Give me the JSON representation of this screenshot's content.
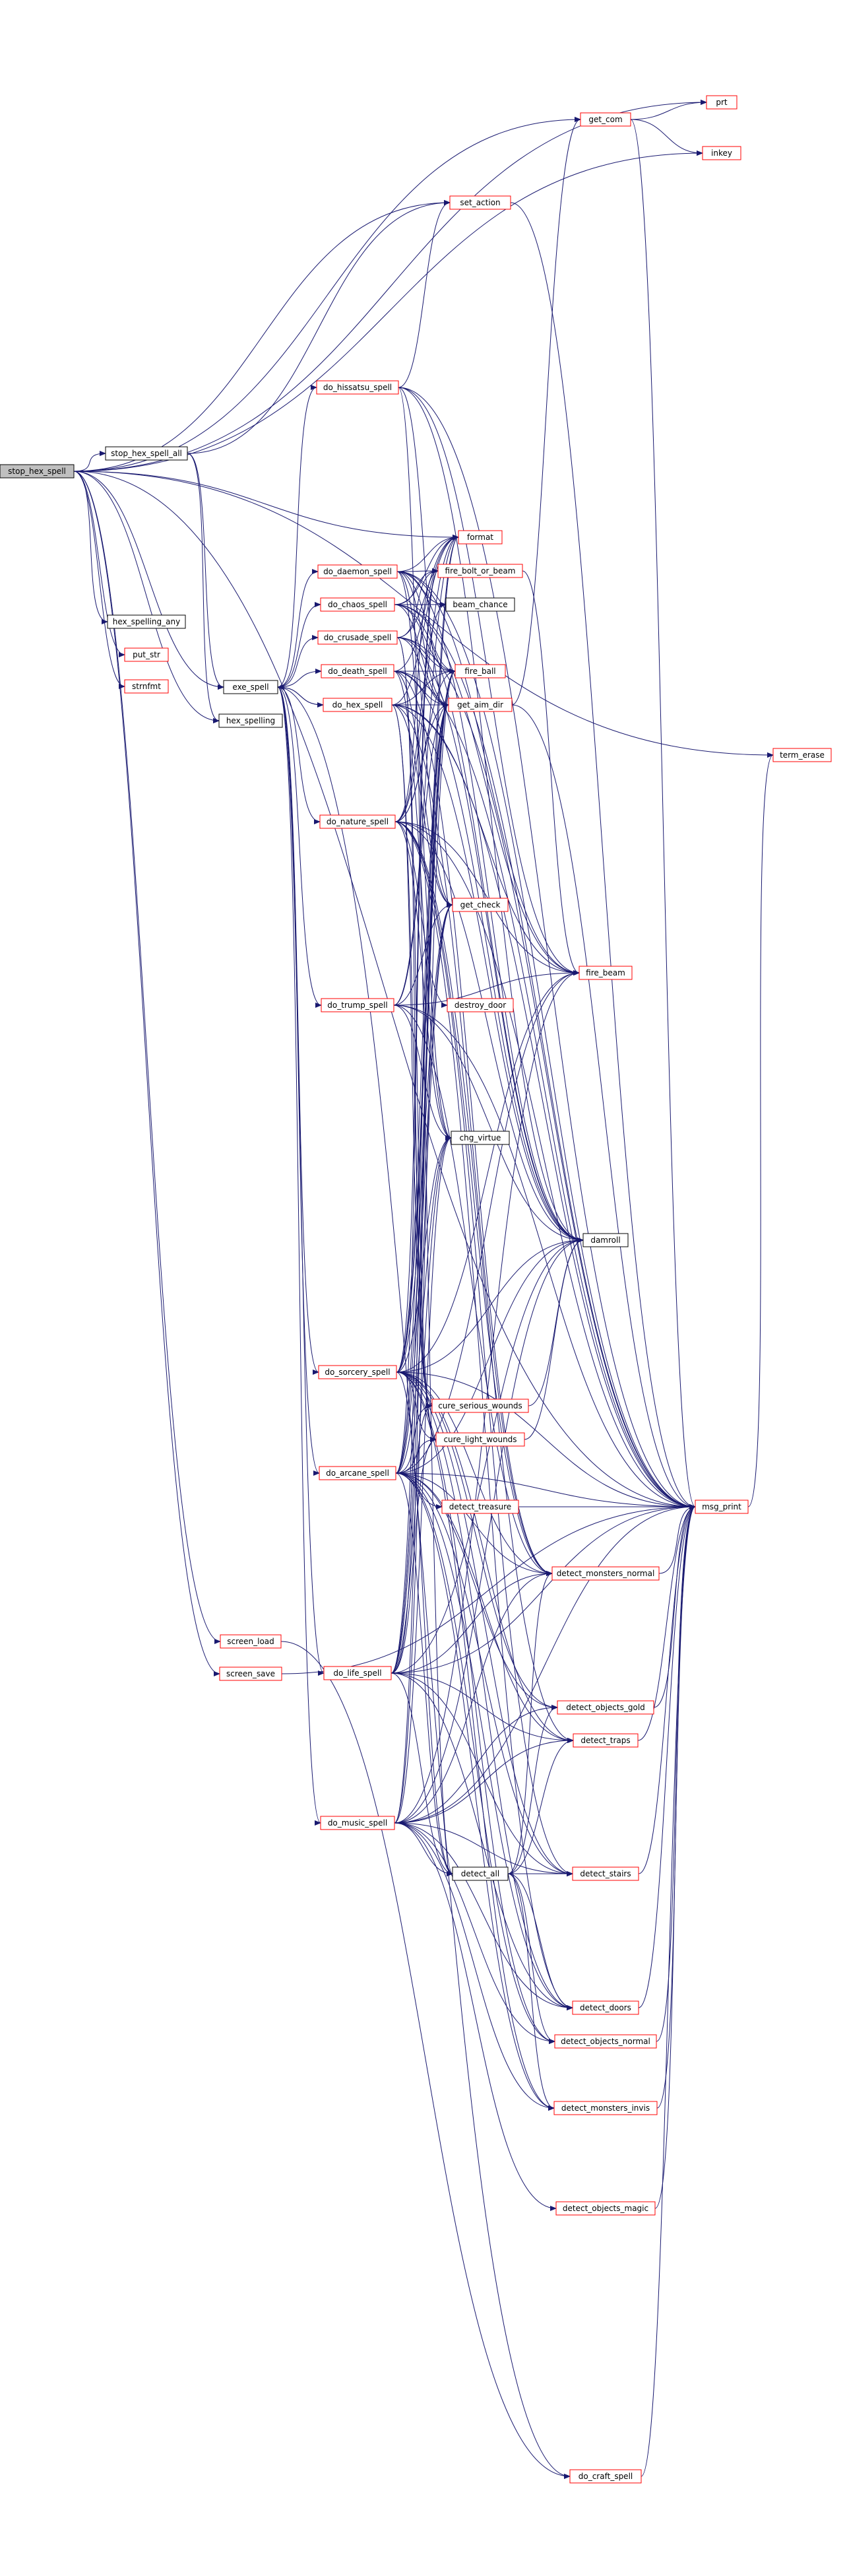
{
  "colors": {
    "edge": "#191970",
    "node_red_border": "#ff0000",
    "node_black_border": "#000000",
    "root_fill": "#bfbfbf",
    "node_fill": "#ffffff",
    "text": "#000000"
  },
  "nodes": [
    {
      "id": "stop_hex_spell",
      "label": "stop_hex_spell",
      "style": "root"
    },
    {
      "id": "stop_hex_spell_all",
      "label": "stop_hex_spell_all",
      "style": "black"
    },
    {
      "id": "hex_spelling_any",
      "label": "hex_spelling_any",
      "style": "black"
    },
    {
      "id": "put_str",
      "label": "put_str",
      "style": "red"
    },
    {
      "id": "strnfmt",
      "label": "strnfmt",
      "style": "red"
    },
    {
      "id": "exe_spell",
      "label": "exe_spell",
      "style": "black"
    },
    {
      "id": "hex_spelling",
      "label": "hex_spelling",
      "style": "black"
    },
    {
      "id": "screen_load",
      "label": "screen_load",
      "style": "red"
    },
    {
      "id": "screen_save",
      "label": "screen_save",
      "style": "red"
    },
    {
      "id": "do_hissatsu_spell",
      "label": "do_hissatsu_spell",
      "style": "red"
    },
    {
      "id": "do_daemon_spell",
      "label": "do_daemon_spell",
      "style": "red"
    },
    {
      "id": "do_chaos_spell",
      "label": "do_chaos_spell",
      "style": "red"
    },
    {
      "id": "do_crusade_spell",
      "label": "do_crusade_spell",
      "style": "red"
    },
    {
      "id": "do_death_spell",
      "label": "do_death_spell",
      "style": "red"
    },
    {
      "id": "do_hex_spell",
      "label": "do_hex_spell",
      "style": "red"
    },
    {
      "id": "do_nature_spell",
      "label": "do_nature_spell",
      "style": "red"
    },
    {
      "id": "do_trump_spell",
      "label": "do_trump_spell",
      "style": "red"
    },
    {
      "id": "do_sorcery_spell",
      "label": "do_sorcery_spell",
      "style": "red"
    },
    {
      "id": "do_arcane_spell",
      "label": "do_arcane_spell",
      "style": "red"
    },
    {
      "id": "do_life_spell",
      "label": "do_life_spell",
      "style": "red"
    },
    {
      "id": "do_music_spell",
      "label": "do_music_spell",
      "style": "red"
    },
    {
      "id": "set_action",
      "label": "set_action",
      "style": "red"
    },
    {
      "id": "format",
      "label": "format",
      "style": "red"
    },
    {
      "id": "fire_bolt_or_beam",
      "label": "fire_bolt_or_beam",
      "style": "red"
    },
    {
      "id": "beam_chance",
      "label": "beam_chance",
      "style": "black"
    },
    {
      "id": "fire_ball",
      "label": "fire_ball",
      "style": "red"
    },
    {
      "id": "get_aim_dir",
      "label": "get_aim_dir",
      "style": "red"
    },
    {
      "id": "get_check",
      "label": "get_check",
      "style": "red"
    },
    {
      "id": "destroy_door",
      "label": "destroy_door",
      "style": "red"
    },
    {
      "id": "chg_virtue",
      "label": "chg_virtue",
      "style": "black"
    },
    {
      "id": "cure_serious_wounds",
      "label": "cure_serious_wounds",
      "style": "red"
    },
    {
      "id": "cure_light_wounds",
      "label": "cure_light_wounds",
      "style": "red"
    },
    {
      "id": "detect_treasure",
      "label": "detect_treasure",
      "style": "red"
    },
    {
      "id": "detect_all",
      "label": "detect_all",
      "style": "black"
    },
    {
      "id": "get_com",
      "label": "get_com",
      "style": "red"
    },
    {
      "id": "prt",
      "label": "prt",
      "style": "red"
    },
    {
      "id": "inkey",
      "label": "inkey",
      "style": "red"
    },
    {
      "id": "fire_beam",
      "label": "fire_beam",
      "style": "red"
    },
    {
      "id": "damroll",
      "label": "damroll",
      "style": "black"
    },
    {
      "id": "detect_monsters_normal",
      "label": "detect_monsters_normal",
      "style": "red"
    },
    {
      "id": "detect_objects_gold",
      "label": "detect_objects_gold",
      "style": "red"
    },
    {
      "id": "detect_traps",
      "label": "detect_traps",
      "style": "red"
    },
    {
      "id": "detect_stairs",
      "label": "detect_stairs",
      "style": "red"
    },
    {
      "id": "detect_doors",
      "label": "detect_doors",
      "style": "red"
    },
    {
      "id": "detect_objects_normal",
      "label": "detect_objects_normal",
      "style": "red"
    },
    {
      "id": "detect_monsters_invis",
      "label": "detect_monsters_invis",
      "style": "red"
    },
    {
      "id": "detect_objects_magic",
      "label": "detect_objects_magic",
      "style": "red"
    },
    {
      "id": "do_craft_spell",
      "label": "do_craft_spell",
      "style": "red"
    },
    {
      "id": "term_erase",
      "label": "term_erase",
      "style": "red"
    },
    {
      "id": "msg_print",
      "label": "msg_print",
      "style": "red"
    }
  ],
  "edges": [
    [
      "stop_hex_spell",
      "stop_hex_spell_all"
    ],
    [
      "stop_hex_spell",
      "hex_spelling_any"
    ],
    [
      "stop_hex_spell",
      "put_str"
    ],
    [
      "stop_hex_spell",
      "strnfmt"
    ],
    [
      "stop_hex_spell",
      "exe_spell"
    ],
    [
      "stop_hex_spell",
      "hex_spelling"
    ],
    [
      "stop_hex_spell",
      "screen_load"
    ],
    [
      "stop_hex_spell",
      "screen_save"
    ],
    [
      "stop_hex_spell",
      "get_com"
    ],
    [
      "stop_hex_spell",
      "prt"
    ],
    [
      "stop_hex_spell",
      "inkey"
    ],
    [
      "stop_hex_spell",
      "term_erase"
    ],
    [
      "stop_hex_spell",
      "set_action"
    ],
    [
      "stop_hex_spell",
      "format"
    ],
    [
      "stop_hex_spell",
      "msg_print"
    ],
    [
      "stop_hex_spell_all",
      "exe_spell"
    ],
    [
      "stop_hex_spell_all",
      "set_action"
    ],
    [
      "stop_hex_spell_all",
      "hex_spelling"
    ],
    [
      "exe_spell",
      "do_hissatsu_spell"
    ],
    [
      "exe_spell",
      "do_daemon_spell"
    ],
    [
      "exe_spell",
      "do_chaos_spell"
    ],
    [
      "exe_spell",
      "do_crusade_spell"
    ],
    [
      "exe_spell",
      "do_death_spell"
    ],
    [
      "exe_spell",
      "do_hex_spell"
    ],
    [
      "exe_spell",
      "do_nature_spell"
    ],
    [
      "exe_spell",
      "do_trump_spell"
    ],
    [
      "exe_spell",
      "do_sorcery_spell"
    ],
    [
      "exe_spell",
      "do_arcane_spell"
    ],
    [
      "exe_spell",
      "do_life_spell"
    ],
    [
      "exe_spell",
      "do_music_spell"
    ],
    [
      "exe_spell",
      "do_craft_spell"
    ],
    [
      "do_hex_spell",
      "exe_spell"
    ],
    [
      "do_hissatsu_spell",
      "set_action"
    ],
    [
      "do_hissatsu_spell",
      "get_aim_dir"
    ],
    [
      "do_hissatsu_spell",
      "msg_print"
    ],
    [
      "do_hissatsu_spell",
      "fire_beam"
    ],
    [
      "do_hissatsu_spell",
      "damroll"
    ],
    [
      "do_hissatsu_spell",
      "detect_all"
    ],
    [
      "do_daemon_spell",
      "format"
    ],
    [
      "do_daemon_spell",
      "fire_bolt_or_beam"
    ],
    [
      "do_daemon_spell",
      "beam_chance"
    ],
    [
      "do_daemon_spell",
      "fire_ball"
    ],
    [
      "do_daemon_spell",
      "get_aim_dir"
    ],
    [
      "do_daemon_spell",
      "msg_print"
    ],
    [
      "do_daemon_spell",
      "get_check"
    ],
    [
      "do_daemon_spell",
      "damroll"
    ],
    [
      "do_daemon_spell",
      "fire_beam"
    ],
    [
      "do_daemon_spell",
      "chg_virtue"
    ],
    [
      "do_chaos_spell",
      "format"
    ],
    [
      "do_chaos_spell",
      "fire_bolt_or_beam"
    ],
    [
      "do_chaos_spell",
      "beam_chance"
    ],
    [
      "do_chaos_spell",
      "fire_ball"
    ],
    [
      "do_chaos_spell",
      "get_aim_dir"
    ],
    [
      "do_chaos_spell",
      "damroll"
    ],
    [
      "do_chaos_spell",
      "msg_print"
    ],
    [
      "do_chaos_spell",
      "fire_beam"
    ],
    [
      "do_crusade_spell",
      "format"
    ],
    [
      "do_crusade_spell",
      "fire_bolt_or_beam"
    ],
    [
      "do_crusade_spell",
      "fire_ball"
    ],
    [
      "do_crusade_spell",
      "get_aim_dir"
    ],
    [
      "do_crusade_spell",
      "damroll"
    ],
    [
      "do_crusade_spell",
      "msg_print"
    ],
    [
      "do_crusade_spell",
      "cure_serious_wounds"
    ],
    [
      "do_crusade_spell",
      "cure_light_wounds"
    ],
    [
      "do_death_spell",
      "format"
    ],
    [
      "do_death_spell",
      "fire_ball"
    ],
    [
      "do_death_spell",
      "get_aim_dir"
    ],
    [
      "do_death_spell",
      "get_check"
    ],
    [
      "do_death_spell",
      "damroll"
    ],
    [
      "do_death_spell",
      "chg_virtue"
    ],
    [
      "do_death_spell",
      "detect_monsters_normal"
    ],
    [
      "do_death_spell",
      "msg_print"
    ],
    [
      "do_hex_spell",
      "format"
    ],
    [
      "do_hex_spell",
      "fire_ball"
    ],
    [
      "do_hex_spell",
      "get_aim_dir"
    ],
    [
      "do_hex_spell",
      "msg_print"
    ],
    [
      "do_hex_spell",
      "fire_beam"
    ],
    [
      "do_hex_spell",
      "damroll"
    ],
    [
      "do_hex_spell",
      "get_check"
    ],
    [
      "do_hex_spell",
      "cure_serious_wounds"
    ],
    [
      "do_hex_spell",
      "cure_light_wounds"
    ],
    [
      "do_hex_spell",
      "detect_monsters_normal"
    ],
    [
      "do_nature_spell",
      "format"
    ],
    [
      "do_nature_spell",
      "fire_bolt_or_beam"
    ],
    [
      "do_nature_spell",
      "beam_chance"
    ],
    [
      "do_nature_spell",
      "fire_ball"
    ],
    [
      "do_nature_spell",
      "get_aim_dir"
    ],
    [
      "do_nature_spell",
      "fire_beam"
    ],
    [
      "do_nature_spell",
      "destroy_door"
    ],
    [
      "do_nature_spell",
      "damroll"
    ],
    [
      "do_nature_spell",
      "msg_print"
    ],
    [
      "do_nature_spell",
      "chg_virtue"
    ],
    [
      "do_nature_spell",
      "detect_traps"
    ],
    [
      "do_nature_spell",
      "detect_doors"
    ],
    [
      "do_nature_spell",
      "detect_stairs"
    ],
    [
      "do_nature_spell",
      "detect_monsters_normal"
    ],
    [
      "do_trump_spell",
      "format"
    ],
    [
      "do_trump_spell",
      "get_aim_dir"
    ],
    [
      "do_trump_spell",
      "get_check"
    ],
    [
      "do_trump_spell",
      "fire_beam"
    ],
    [
      "do_trump_spell",
      "msg_print"
    ],
    [
      "do_trump_spell",
      "chg_virtue"
    ],
    [
      "do_trump_spell",
      "damroll"
    ],
    [
      "do_trump_spell",
      "detect_monsters_normal"
    ],
    [
      "do_sorcery_spell",
      "format"
    ],
    [
      "do_sorcery_spell",
      "fire_bolt_or_beam"
    ],
    [
      "do_sorcery_spell",
      "fire_ball"
    ],
    [
      "do_sorcery_spell",
      "get_aim_dir"
    ],
    [
      "do_sorcery_spell",
      "get_check"
    ],
    [
      "do_sorcery_spell",
      "fire_beam"
    ],
    [
      "do_sorcery_spell",
      "damroll"
    ],
    [
      "do_sorcery_spell",
      "msg_print"
    ],
    [
      "do_sorcery_spell",
      "chg_virtue"
    ],
    [
      "do_sorcery_spell",
      "detect_monsters_normal"
    ],
    [
      "do_sorcery_spell",
      "detect_objects_gold"
    ],
    [
      "do_sorcery_spell",
      "detect_traps"
    ],
    [
      "do_sorcery_spell",
      "detect_doors"
    ],
    [
      "do_sorcery_spell",
      "detect_stairs"
    ],
    [
      "do_sorcery_spell",
      "detect_objects_normal"
    ],
    [
      "do_sorcery_spell",
      "detect_monsters_invis"
    ],
    [
      "do_sorcery_spell",
      "detect_all"
    ],
    [
      "do_sorcery_spell",
      "cure_light_wounds"
    ],
    [
      "do_arcane_spell",
      "fire_bolt_or_beam"
    ],
    [
      "do_arcane_spell",
      "fire_ball"
    ],
    [
      "do_arcane_spell",
      "get_aim_dir"
    ],
    [
      "do_arcane_spell",
      "get_check"
    ],
    [
      "do_arcane_spell",
      "cure_serious_wounds"
    ],
    [
      "do_arcane_spell",
      "cure_light_wounds"
    ],
    [
      "do_arcane_spell",
      "detect_treasure"
    ],
    [
      "do_arcane_spell",
      "detect_all"
    ],
    [
      "do_arcane_spell",
      "detect_monsters_normal"
    ],
    [
      "do_arcane_spell",
      "detect_objects_gold"
    ],
    [
      "do_arcane_spell",
      "detect_traps"
    ],
    [
      "do_arcane_spell",
      "detect_stairs"
    ],
    [
      "do_arcane_spell",
      "detect_doors"
    ],
    [
      "do_arcane_spell",
      "detect_objects_normal"
    ],
    [
      "do_arcane_spell",
      "detect_monsters_invis"
    ],
    [
      "do_arcane_spell",
      "fire_beam"
    ],
    [
      "do_arcane_spell",
      "damroll"
    ],
    [
      "do_arcane_spell",
      "msg_print"
    ],
    [
      "do_arcane_spell",
      "chg_virtue"
    ],
    [
      "do_life_spell",
      "format"
    ],
    [
      "do_life_spell",
      "fire_ball"
    ],
    [
      "do_life_spell",
      "get_aim_dir"
    ],
    [
      "do_life_spell",
      "get_check"
    ],
    [
      "do_life_spell",
      "cure_serious_wounds"
    ],
    [
      "do_life_spell",
      "cure_light_wounds"
    ],
    [
      "do_life_spell",
      "chg_virtue"
    ],
    [
      "do_life_spell",
      "damroll"
    ],
    [
      "do_life_spell",
      "detect_all"
    ],
    [
      "do_life_spell",
      "detect_monsters_normal"
    ],
    [
      "do_life_spell",
      "detect_traps"
    ],
    [
      "do_life_spell",
      "detect_doors"
    ],
    [
      "do_life_spell",
      "detect_stairs"
    ],
    [
      "do_life_spell",
      "msg_print"
    ],
    [
      "do_music_spell",
      "fire_ball"
    ],
    [
      "do_music_spell",
      "get_aim_dir"
    ],
    [
      "do_music_spell",
      "fire_beam"
    ],
    [
      "do_music_spell",
      "damroll"
    ],
    [
      "do_music_spell",
      "msg_print"
    ],
    [
      "do_music_spell",
      "detect_all"
    ],
    [
      "do_music_spell",
      "detect_traps"
    ],
    [
      "do_music_spell",
      "detect_doors"
    ],
    [
      "do_music_spell",
      "detect_stairs"
    ],
    [
      "do_music_spell",
      "detect_objects_normal"
    ],
    [
      "do_music_spell",
      "detect_monsters_invis"
    ],
    [
      "do_music_spell",
      "detect_objects_magic"
    ],
    [
      "do_music_spell",
      "detect_monsters_normal"
    ],
    [
      "do_music_spell",
      "chg_virtue"
    ],
    [
      "do_music_spell",
      "detect_objects_gold"
    ],
    [
      "detect_all",
      "detect_traps"
    ],
    [
      "detect_all",
      "detect_doors"
    ],
    [
      "detect_all",
      "detect_stairs"
    ],
    [
      "detect_all",
      "detect_objects_gold"
    ],
    [
      "detect_all",
      "detect_objects_normal"
    ],
    [
      "detect_all",
      "detect_monsters_invis"
    ],
    [
      "detect_all",
      "detect_monsters_normal"
    ],
    [
      "fire_bolt_or_beam",
      "fire_beam"
    ],
    [
      "get_aim_dir",
      "get_com"
    ],
    [
      "get_aim_dir",
      "msg_print"
    ],
    [
      "get_com",
      "prt"
    ],
    [
      "get_com",
      "inkey"
    ],
    [
      "get_com",
      "msg_print"
    ],
    [
      "set_action",
      "msg_print"
    ],
    [
      "cure_serious_wounds",
      "damroll"
    ],
    [
      "cure_light_wounds",
      "damroll"
    ],
    [
      "detect_treasure",
      "msg_print"
    ],
    [
      "detect_monsters_normal",
      "msg_print"
    ],
    [
      "detect_objects_gold",
      "msg_print"
    ],
    [
      "detect_traps",
      "msg_print"
    ],
    [
      "detect_stairs",
      "msg_print"
    ],
    [
      "detect_doors",
      "msg_print"
    ],
    [
      "detect_objects_normal",
      "msg_print"
    ],
    [
      "detect_monsters_invis",
      "msg_print"
    ],
    [
      "detect_objects_magic",
      "msg_print"
    ],
    [
      "do_craft_spell",
      "msg_print"
    ],
    [
      "screen_load",
      "do_craft_spell"
    ],
    [
      "screen_save",
      "msg_print"
    ],
    [
      "msg_print",
      "term_erase"
    ]
  ]
}
